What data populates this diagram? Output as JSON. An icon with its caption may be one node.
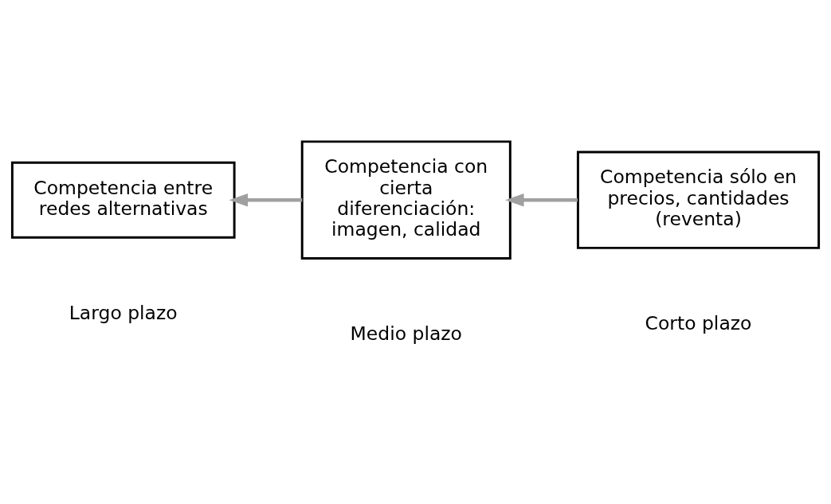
{
  "diagram": {
    "nodes": [
      {
        "text": [
          "Competencia entre redes alternativas"
        ],
        "beside": [
          "Largo plazo"
        ]
      },
      {
        "text": [
          "Competencia con cierta diferenciación: imagen, calidad"
        ],
        "beside": [
          "Medio plazo"
        ]
      },
      {
        "text": [
          "Competencia sólo en precios, cantidades (reventa)"
        ],
        "beside": [
          "Corto plazo"
        ]
      }
    ],
    "edges": [
      {
        "from": 1,
        "to": 0,
        "arrow": "to"
      },
      {
        "from": 2,
        "to": 1,
        "arrow": "to"
      }
    ]
  }
}
